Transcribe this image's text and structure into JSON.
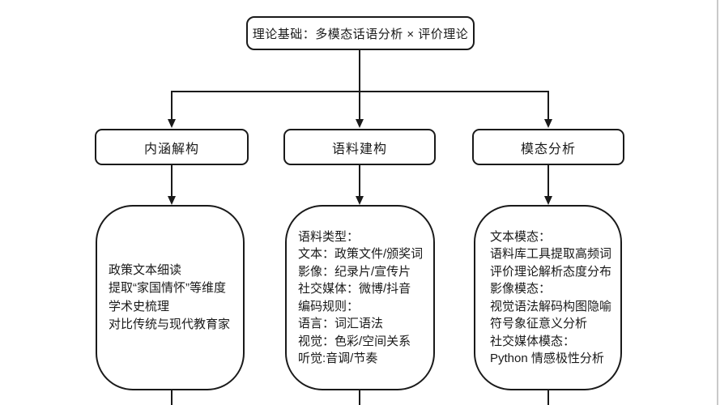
{
  "colors": {
    "stroke": "#1a1a1a",
    "background": "#ffffff",
    "right_edge_line": "#c9c9c9"
  },
  "diagram": {
    "type": "flowchart",
    "root": {
      "label": "理论基础：多模态话语分析 × 评价理论"
    },
    "branches": [
      {
        "label": "内涵解构",
        "details": [
          "政策文本细读",
          "提取“家国情怀”等维度",
          "学术史梳理",
          "对比传统与现代教育家"
        ]
      },
      {
        "label": "语料建构",
        "details": [
          "语料类型：",
          "文本：政策文件/颁奖词",
          "影像：纪录片/宣传片",
          "社交媒体：微博/抖音",
          "编码规则：",
          "语言：词汇语法",
          "视觉：色彩/空间关系",
          "听觉:音调/节奏"
        ]
      },
      {
        "label": "模态分析",
        "details": [
          "文本模态：",
          "语料库工具提取高频词",
          "评价理论解析态度分布",
          "影像模态：",
          "视觉语法解码构图隐喻",
          "符号象征意义分析",
          "社交媒体模态：",
          "Python 情感极性分析"
        ]
      }
    ]
  }
}
